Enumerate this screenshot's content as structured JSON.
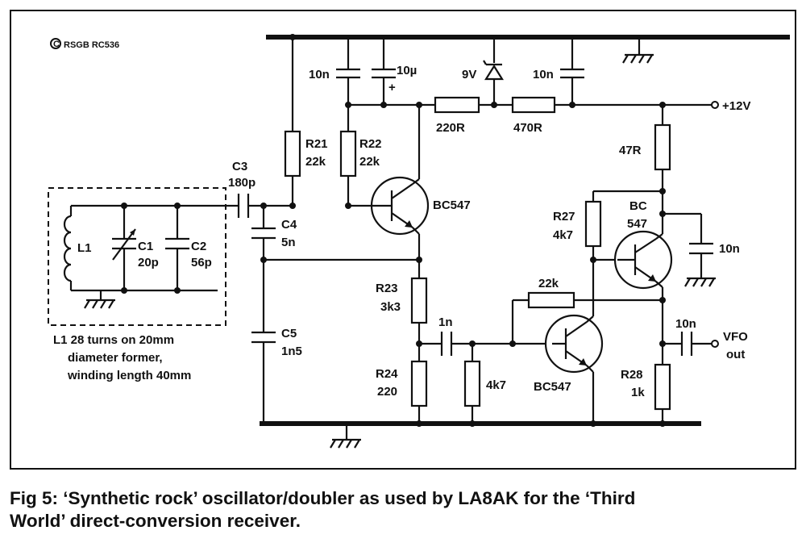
{
  "copyright": "RSGB RC536",
  "supply_label": "+12V",
  "output_label_1": "VFO",
  "output_label_2": "out",
  "components": {
    "c10n_a": "10n",
    "c10u": "10µ",
    "plus": "+",
    "zener": "9V",
    "c10n_b": "10n",
    "r220": "220R",
    "r470": "470R",
    "r21_name": "R21",
    "r21_val": "22k",
    "r22_name": "R22",
    "r22_val": "22k",
    "c3_name": "C3",
    "c3_val": "180p",
    "q1": "BC547",
    "c4_name": "C4",
    "c4_val": "5n",
    "l1": "L1",
    "c1_name": "C1",
    "c1_val": "20p",
    "c2_name": "C2",
    "c2_val": "56p",
    "r47": "47R",
    "r27_name": "R27",
    "r27_val": "4k7",
    "q2_line1": "BC",
    "q2_line2": "547",
    "c10n_c": "10n",
    "r22k_fb": "22k",
    "r23_name": "R23",
    "r23_val": "3k3",
    "c1n": "1n",
    "c5_name": "C5",
    "c5_val": "1n5",
    "r24_name": "R24",
    "r24_val": "220",
    "r4k7": "4k7",
    "q3": "BC547",
    "c10n_out": "10n",
    "r28_name": "R28",
    "r28_val": "1k"
  },
  "coil_note": [
    "L1 28 turns on 20mm",
    "diameter former,",
    "winding length 40mm"
  ],
  "caption_line1": "Fig 5: ‘Synthetic rock’ oscillator/doubler as used by LA8AK for the ‘Third",
  "caption_line2": "World’ direct-conversion receiver."
}
